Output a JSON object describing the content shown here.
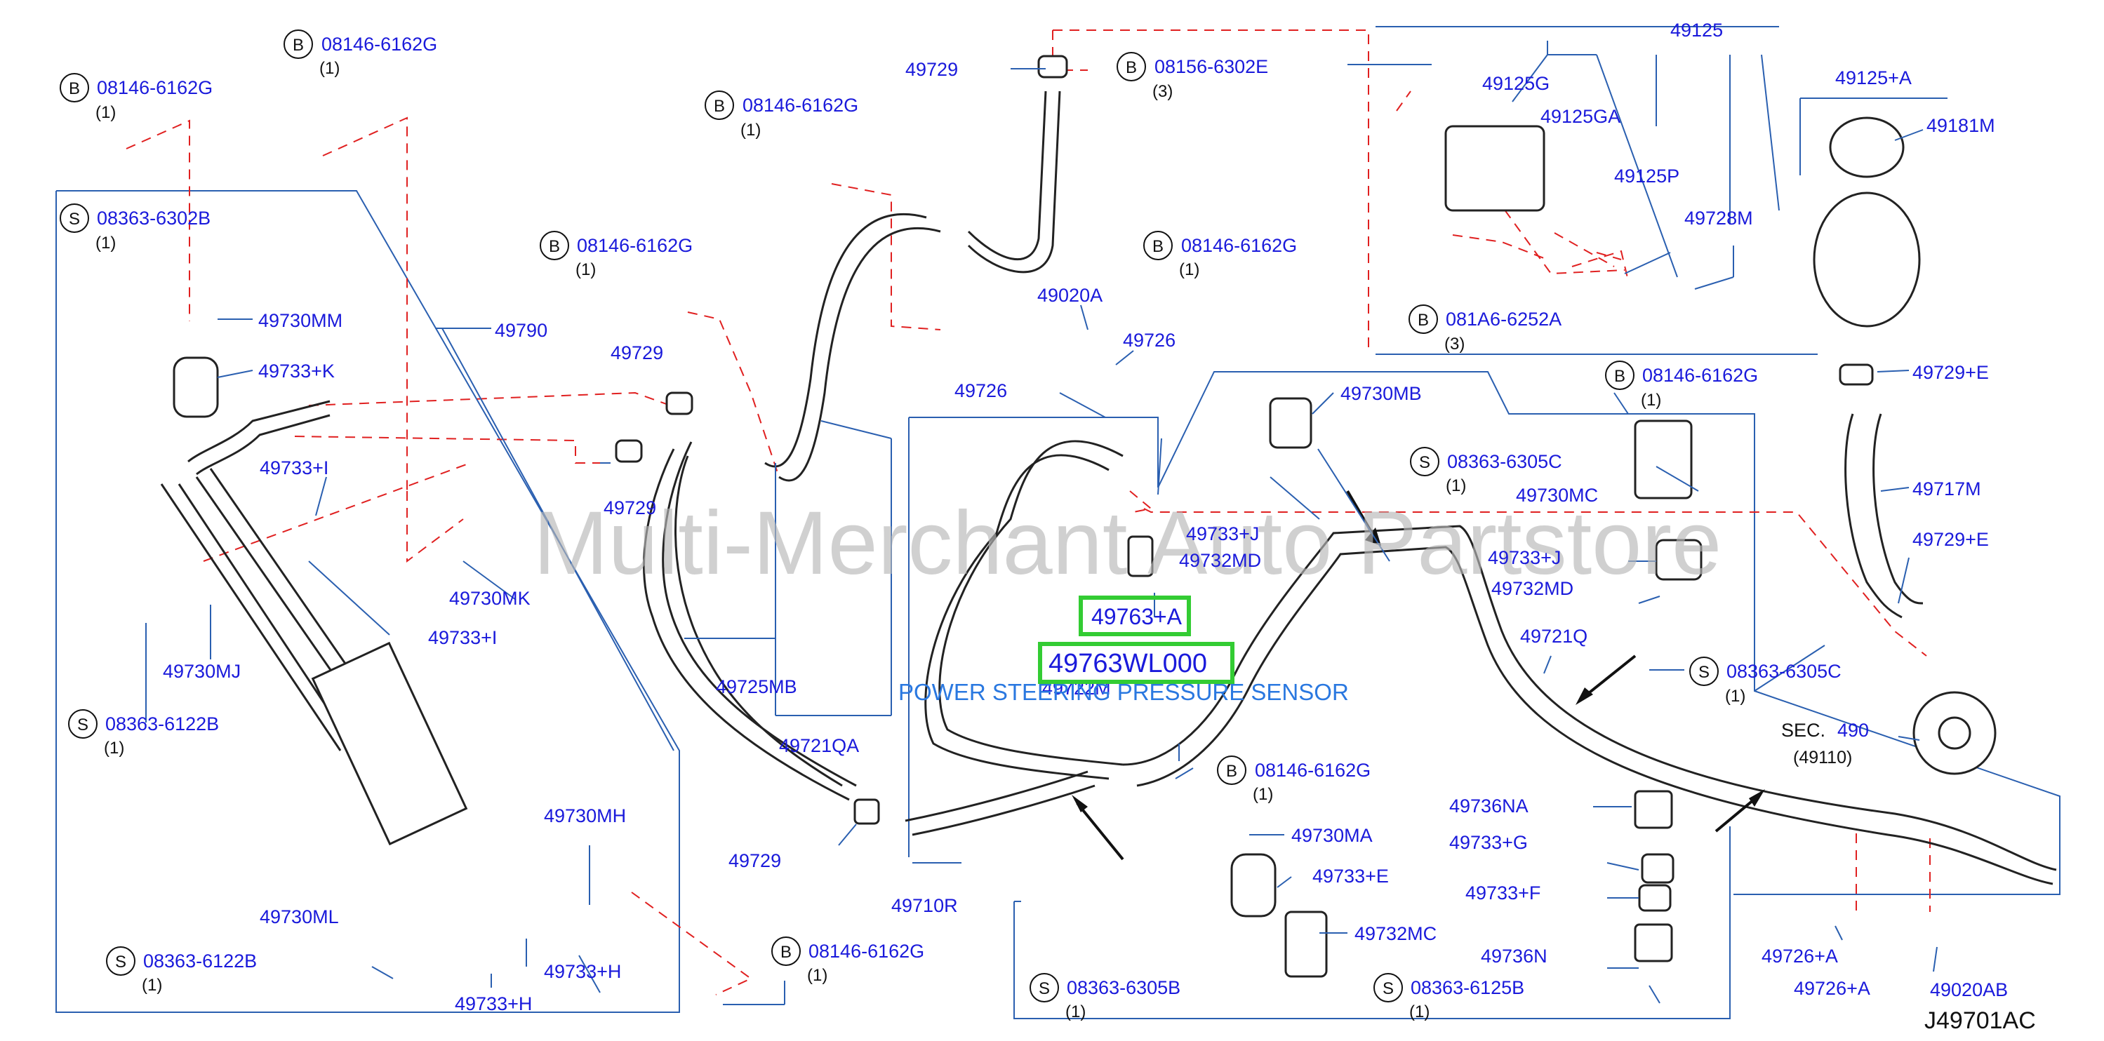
{
  "watermark": "Multi-Merchant Auto Partstore",
  "diagram_code": "J49701AC",
  "highlight": {
    "part": "49763+A",
    "part_number": "49763WL000",
    "caption": "POWER STEERING PRESSURE SENSOR"
  },
  "section_ref": {
    "sec_label": "SEC.",
    "sec_number": "490",
    "sec_part": "(49110)"
  },
  "labels": {
    "p49729_top": "49729",
    "p49790": "49790",
    "p49730MM": "49730MM",
    "p49733K": "49733+K",
    "p49733I_a": "49733+I",
    "p49730MK": "49730MK",
    "p49733I_b": "49733+I",
    "p49730MJ": "49730MJ",
    "p49729_a": "49729",
    "p49729_b": "49729",
    "p49725MB": "49725MB",
    "p49721QA": "49721QA",
    "p49729_c": "49729",
    "p49730MH": "49730MH",
    "p49730ML": "49730ML",
    "p49733H_a": "49733+H",
    "p49733H_b": "49733+H",
    "p49020A": "49020A",
    "p49726_a": "49726",
    "p49726_b": "49726",
    "p49730MB": "49730MB",
    "p49733J_a": "49733+J",
    "p49732MD_a": "49732MD",
    "p49722M": "49722M",
    "p49710R": "49710R",
    "p49730MA": "49730MA",
    "p49733E": "49733+E",
    "p49732MC": "49732MC",
    "p49125": "49125",
    "p49125G": "49125G",
    "p49125GA": "49125GA",
    "p49125P": "49125P",
    "p49728M": "49728M",
    "p49125A": "49125+A",
    "p49181M": "49181M",
    "p49729E_a": "49729+E",
    "p49717M": "49717M",
    "p49729E_b": "49729+E",
    "p49730MC": "49730MC",
    "p49733J_b": "49733+J",
    "p49732MD_b": "49732MD",
    "p49721Q": "49721Q",
    "p49736NA": "49736NA",
    "p49733G": "49733+G",
    "p49733F": "49733+F",
    "p49736N": "49736N",
    "p49726A_a": "49726+A",
    "p49726A_b": "49726+A",
    "p49020AB": "49020AB"
  },
  "fasteners": [
    {
      "type": "B",
      "number": "08146-6162G",
      "qty": "(1)"
    },
    {
      "type": "B",
      "number": "08146-6162G",
      "qty": "(1)"
    },
    {
      "type": "S",
      "number": "08363-6302B",
      "qty": "(1)"
    },
    {
      "type": "S",
      "number": "08363-6122B",
      "qty": "(1)"
    },
    {
      "type": "S",
      "number": "08363-6122B",
      "qty": "(1)"
    },
    {
      "type": "B",
      "number": "08146-6162G",
      "qty": "(1)"
    },
    {
      "type": "B",
      "number": "08146-6162G",
      "qty": "(1)"
    },
    {
      "type": "B",
      "number": "08156-6302E",
      "qty": "(3)"
    },
    {
      "type": "B",
      "number": "08146-6162G",
      "qty": "(1)"
    },
    {
      "type": "B",
      "number": "081A6-6252A",
      "qty": "(3)"
    },
    {
      "type": "B",
      "number": "08146-6162G",
      "qty": "(1)"
    },
    {
      "type": "S",
      "number": "08363-6305C",
      "qty": "(1)"
    },
    {
      "type": "S",
      "number": "08363-6305C",
      "qty": "(1)"
    },
    {
      "type": "B",
      "number": "08146-6162G",
      "qty": "(1)"
    },
    {
      "type": "B",
      "number": "08146-6162G",
      "qty": "(1)"
    },
    {
      "type": "S",
      "number": "08363-6305B",
      "qty": "(1)"
    },
    {
      "type": "S",
      "number": "08363-6125B",
      "qty": "(1)"
    }
  ]
}
